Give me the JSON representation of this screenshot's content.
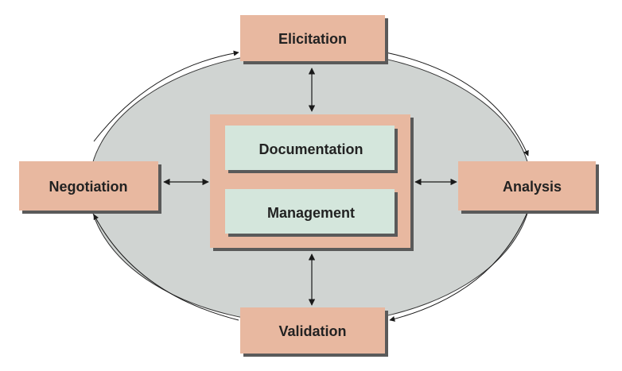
{
  "diagram": {
    "nodes": {
      "elicitation": "Elicitation",
      "analysis": "Analysis",
      "validation": "Validation",
      "negotiation": "Negotiation",
      "documentation": "Documentation",
      "management": "Management"
    },
    "colors": {
      "box_fill": "#e8b8a0",
      "inner_box_fill": "#d4e6dc",
      "ellipse_fill": "#d0d4d2",
      "shadow": "#5a5a5a",
      "stroke": "#1a1a1a"
    }
  }
}
